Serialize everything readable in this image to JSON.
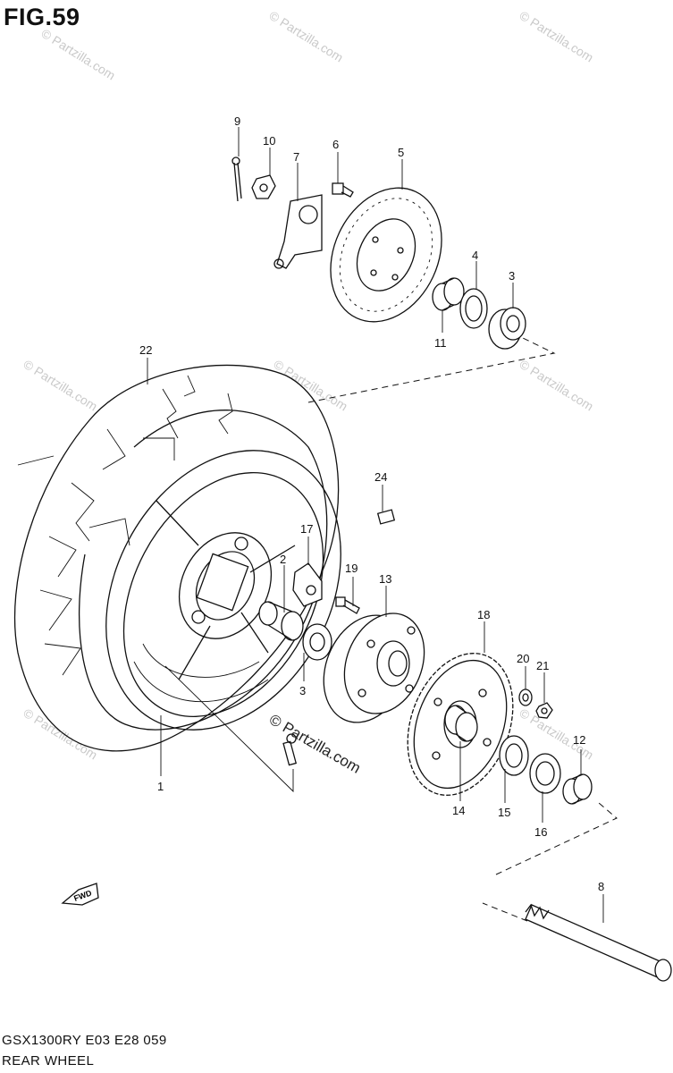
{
  "figure": {
    "title": "FIG.59"
  },
  "watermark": {
    "text": "© Partzilla.com"
  },
  "callouts": {
    "c1": "1",
    "c2": "2",
    "c3a": "3",
    "c3b": "3",
    "c4": "4",
    "c5": "5",
    "c6": "6",
    "c7": "7",
    "c8": "8",
    "c9": "9",
    "c10": "10",
    "c11": "11",
    "c12": "12",
    "c13": "13",
    "c14": "14",
    "c15": "15",
    "c16": "16",
    "c17": "17",
    "c18": "18",
    "c19": "19",
    "c20": "20",
    "c21": "21",
    "c22": "22",
    "c24": "24"
  },
  "fwd_badge": "FWD",
  "footer": {
    "model": "GSX1300RY  E03  E28   059",
    "name": "REAR WHEEL"
  }
}
